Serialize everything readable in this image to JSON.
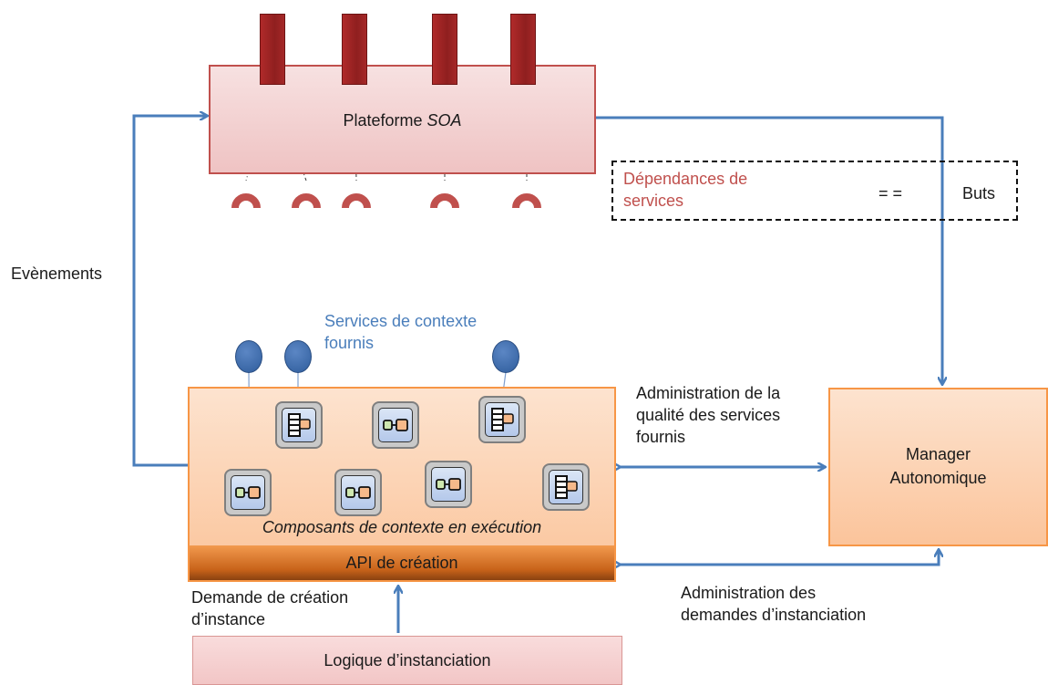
{
  "soa_platform": {
    "title_plain": "Plateforme ",
    "title_italic": "SOA"
  },
  "dependencies": {
    "text": "Dépendances de\nservices",
    "equals": "= =",
    "goals": "Buts"
  },
  "events_label": "Evènements",
  "context_services_label": "Services de contexte\nfournis",
  "runtime": {
    "caption": "Composants de contexte en exécution",
    "api": "API de création"
  },
  "manager": {
    "title": "Manager\nAutonomique"
  },
  "admin_quality_label": "Administration de la\nqualité des services\nfournis",
  "admin_requests_label": "Administration des\ndemandes d’instanciation",
  "creation_request_label": "Demande de création\nd’instance",
  "instantiation_logic": "Logique d’instanciation",
  "colors": {
    "connector": "#4a7ebb",
    "soa_border": "#c0504d",
    "orange_border": "#f79646",
    "service_dot": "#2f5d9c",
    "deps_text": "#c0504d"
  },
  "icons": {
    "provided_service": "ellipse",
    "required_service": "half-ring",
    "component": "component-icon",
    "composite_component": "composite-component-icon"
  }
}
